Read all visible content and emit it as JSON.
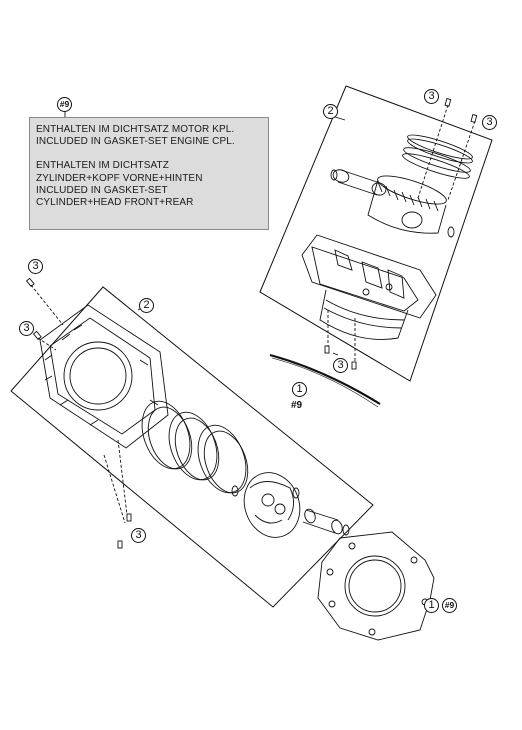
{
  "note": {
    "ref": "#9",
    "lines_1": [
      "ENTHALTEN IM DICHTSATZ MOTOR KPL.",
      "INCLUDED IN GASKET-SET ENGINE CPL."
    ],
    "lines_2": [
      "ENTHALTEN IM DICHTSATZ",
      "ZYLINDER+KOPF VORNE+HINTEN",
      "INCLUDED IN GASKET-SET",
      "CYLINDER+HEAD FRONT+REAR"
    ]
  },
  "callouts": {
    "c1": "1",
    "c2": "2",
    "c3": "3",
    "ref9": "#9"
  },
  "colors": {
    "line": "#111111",
    "box_fill": "#dcdcdc"
  }
}
